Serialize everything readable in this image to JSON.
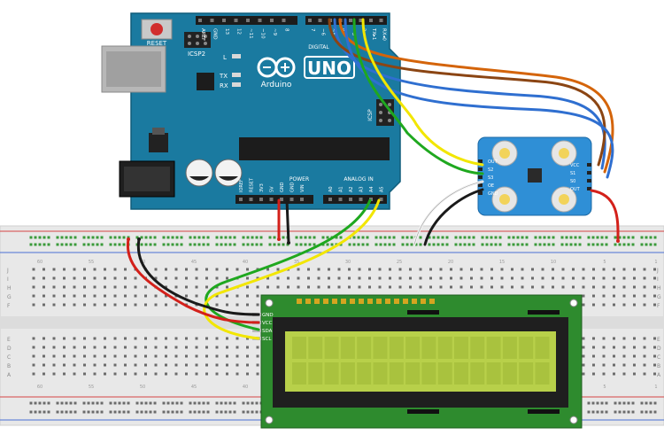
{
  "arduino": {
    "reset_label": "RESET",
    "icsp2_label": "ICSP2",
    "icsp_label": "ICSP",
    "brand_label": "UNO",
    "name_label": "Arduino",
    "led_l_label": "L",
    "led_tx_label": "TX",
    "led_rx_label": "RX",
    "digital_label": "DIGITAL",
    "power_label": "POWER",
    "analog_label": "ANALOG IN",
    "top_pins": [
      "AREF",
      "GND",
      "13",
      "12",
      "~11",
      "~10",
      "~9",
      "8",
      "7",
      "~6",
      "~5",
      "4",
      "~3",
      "2",
      "TX▸1",
      "RX◂0"
    ],
    "power_pins": [
      "IOREF",
      "RESET",
      "3V3",
      "5V",
      "GND",
      "GND",
      "VIN"
    ],
    "analog_pins": [
      "A0",
      "A1",
      "A2",
      "A3",
      "A4",
      "A5"
    ]
  },
  "sensor": {
    "left_pins": [
      "OUT",
      "S2",
      "S3",
      "OE",
      "GND"
    ],
    "right_pins": [
      "VCC",
      "S1",
      "S0",
      "OUT"
    ]
  },
  "lcd": {
    "pins": [
      "GND",
      "VCC",
      "SDA",
      "SCL"
    ]
  },
  "breadboard": {
    "row_letters_top": [
      "J",
      "I",
      "H",
      "G",
      "F"
    ],
    "row_letters_bottom": [
      "E",
      "D",
      "C",
      "B",
      "A"
    ],
    "col_numbers": [
      "60",
      "55",
      "50",
      "45",
      "40",
      "35",
      "30",
      "25",
      "20",
      "15",
      "10",
      "5",
      "1"
    ]
  },
  "colors": {
    "board": "#1a7aa0",
    "breadboard": "#e6e6e6",
    "lcd_pcb": "#2e8b2e",
    "lcd_screen": "#b8d04a",
    "sensor_pcb": "#2f8fd6",
    "wire_red": "#d3201a",
    "wire_black": "#1a1a1a",
    "wire_yellow": "#f2e600",
    "wire_green": "#1fa81f",
    "wire_orange": "#d4640a",
    "wire_brown": "#8b4513",
    "wire_blue": "#2f6fd0",
    "wire_white": "#f4f4f4"
  }
}
